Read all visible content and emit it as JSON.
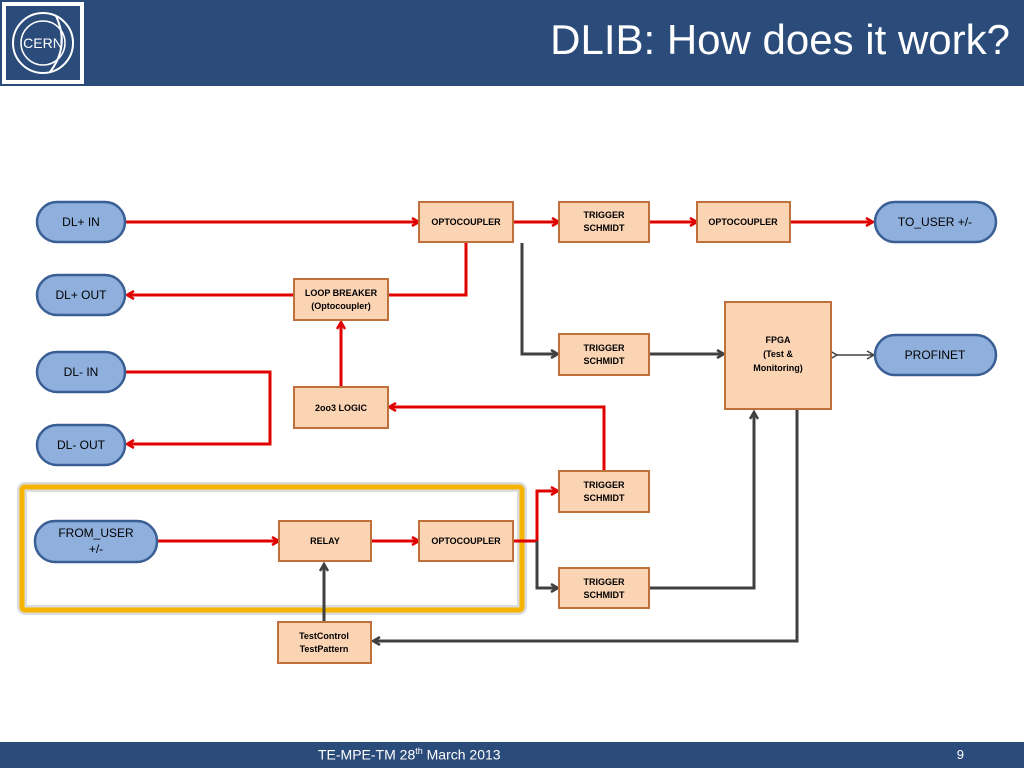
{
  "slide": {
    "title": "DLIB: How does it work?",
    "logo_text": "CERN",
    "footer_prefix": "TE-MPE-TM 28",
    "footer_sup": "th",
    "footer_suffix": " March 2013",
    "page_number": "9"
  },
  "diagram": {
    "dl_plus_in": "DL+ IN",
    "dl_plus_out": "DL+ OUT",
    "dl_minus_in": "DL- IN",
    "dl_minus_out": "DL- OUT",
    "from_user_line1": "FROM_USER",
    "from_user_line2": "+/-",
    "to_user": "TO_USER +/-",
    "profinet": "PROFINET",
    "optocoupler": "OPTOCOUPLER",
    "trigger_line1": "TRIGGER",
    "trigger_line2": "SCHMIDT",
    "loop_breaker_line1": "LOOP BREAKER",
    "loop_breaker_line2": "(Optocoupler)",
    "logic_2oo3": "2oo3 LOGIC",
    "fpga_line1": "FPGA",
    "fpga_line2": "(Test &",
    "fpga_line3": "Monitoring)",
    "relay": "RELAY",
    "testcontrol_line1": "TestControl",
    "testcontrol_line2": "TestPattern"
  },
  "colors": {
    "header_blue": "#2b4c7a",
    "signal_red": "#e00000",
    "signal_gray": "#404040",
    "highlight_gold": "#f4b400",
    "pill_fill": "#8fb0dc",
    "box_fill": "#fbd4b4"
  }
}
